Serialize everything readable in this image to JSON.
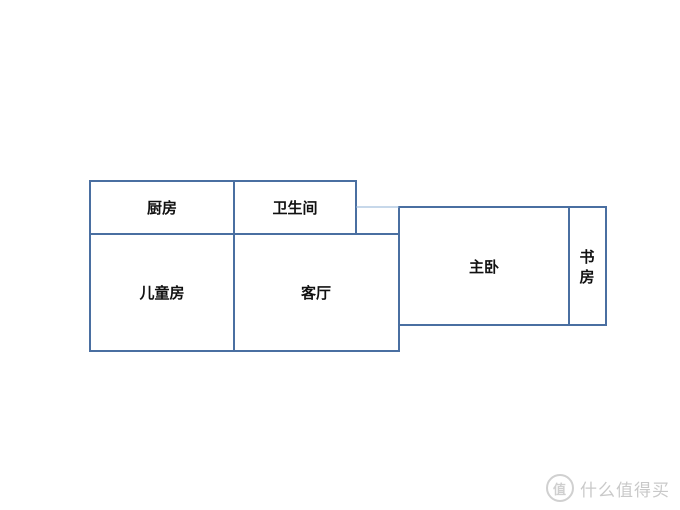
{
  "rooms": {
    "kitchen": "厨房",
    "bathroom": "卫生间",
    "kids_room": "儿童房",
    "living_room": "客厅",
    "master_bedroom": "主卧",
    "study_line1": "书",
    "study_line2": "房"
  },
  "watermark": {
    "logo": "值",
    "text": "什么值得买"
  },
  "colors": {
    "wall": "#4a6fa1",
    "connector": "#8fb0d6",
    "label": "#111111",
    "watermark": "#c9c9c9"
  }
}
